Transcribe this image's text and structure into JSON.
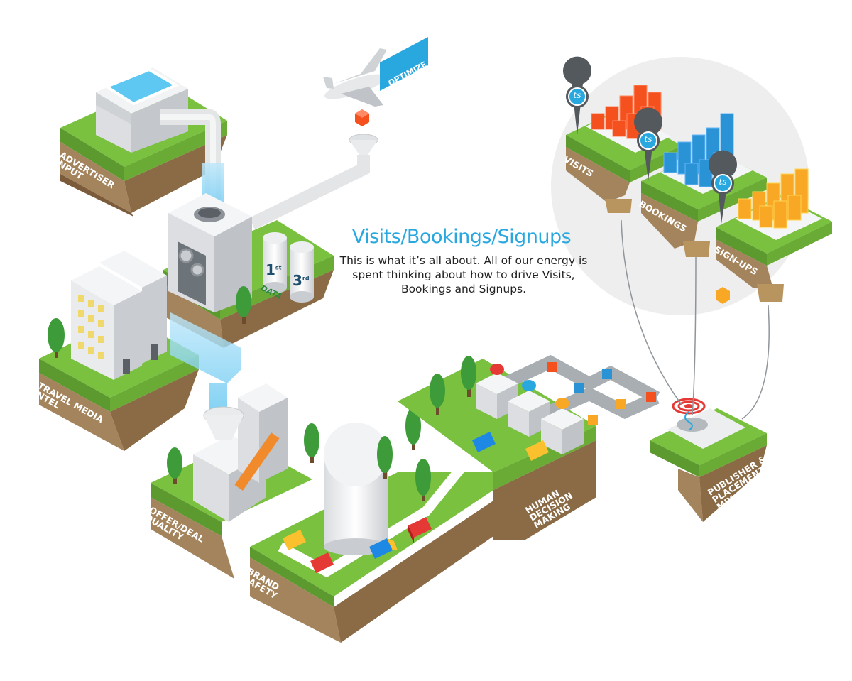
{
  "headline": "Visits/Bookings/Signups",
  "body": "This is what it’s all about. All of our energy is spent thinking about how to drive Visits, Bookings and Signups.",
  "labels": {
    "advertiser_input": "ADVERTISER\nINPUT",
    "travel_media_intel": "TRAVEL MEDIA\nINTEL",
    "offer_deal_quality": "OFFER/DEAL\nQUALITY",
    "brand_safety": "BRAND\nSAFETY",
    "human_decision_making": "HUMAN\nDECISION\nMAKING",
    "publisher_placement_mix": "PUBLISHER &\nPLACEMENT\nMIX",
    "visits": "VISITS",
    "bookings": "BOOKINGS",
    "sign_ups": "SIGN-UPS"
  },
  "plane_tag": "OPTIMIZE\nAIR",
  "data_tank_label": "DATA",
  "data_tanks": [
    {
      "number": "1",
      "suffix": "st"
    },
    {
      "number": "3",
      "suffix": "rd"
    }
  ],
  "pin_badge": "ts",
  "icons": [
    "airplane-icon",
    "gear-icon",
    "location-pin-icon",
    "spiral-target-icon",
    "tree-icon",
    "truck-icon",
    "cube-icon"
  ],
  "colors": {
    "accent_blue": "#29a8e0",
    "grass": "#79c13f",
    "soil": "#a4845c",
    "visits_cubes": "#f4511e",
    "bookings_cubes": "#2a93d5",
    "signups_cubes": "#f9a825"
  }
}
